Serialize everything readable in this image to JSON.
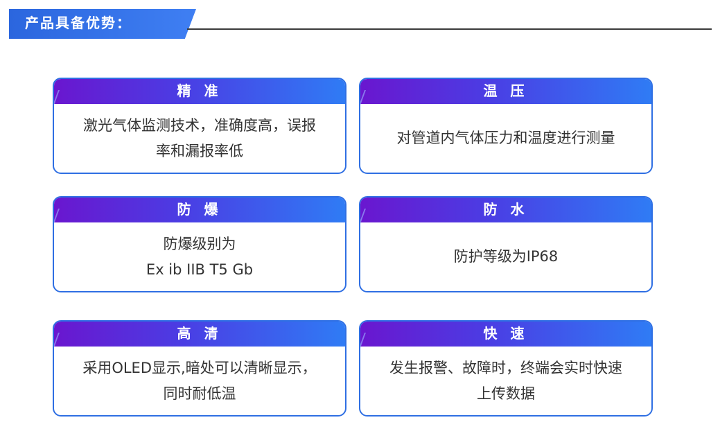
{
  "header": {
    "title": "产品具备优势："
  },
  "cards": [
    {
      "title": "精 准",
      "lines": [
        "激光气体监测技术，准确度高，误报",
        "率和漏报率低"
      ]
    },
    {
      "title": "温 压",
      "lines": [
        "对管道内气体压力和温度进行测量"
      ]
    },
    {
      "title": "防 爆",
      "lines": [
        "防爆级别为",
        "Ex ib IIB T5 Gb"
      ]
    },
    {
      "title": "防 水",
      "lines": [
        "防护等级为IP68"
      ]
    },
    {
      "title": "高 清",
      "lines": [
        "采用OLED显示,暗处可以清晰显示，",
        "同时耐低温"
      ]
    },
    {
      "title": "快 速",
      "lines": [
        "发生报警、故障时，终端会实时快速",
        "上传数据"
      ]
    }
  ],
  "colors": {
    "header_blue": "#3a78ef",
    "card_border": "#2f6fe3",
    "card_head_start": "#6a16cf",
    "card_head_end": "#2f7cf5",
    "body_text": "#333333"
  }
}
